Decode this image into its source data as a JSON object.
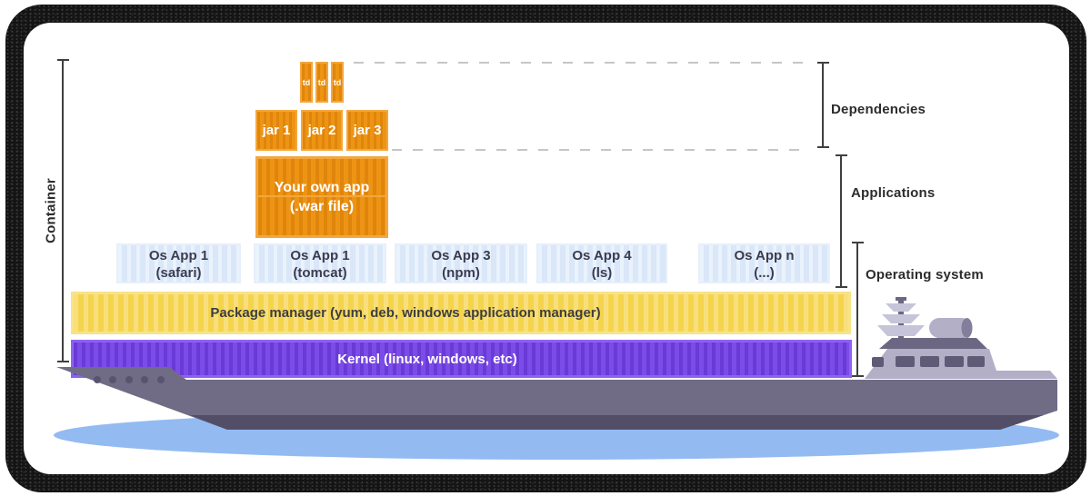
{
  "diagram": {
    "annotations": {
      "container": "Container",
      "dependencies": "Dependencies",
      "applications": "Applications",
      "operating_system": "Operating system"
    },
    "dependency_boxes": [
      "td",
      "td",
      "td"
    ],
    "jar_boxes": [
      "jar 1",
      "jar 2",
      "jar 3"
    ],
    "own_app": {
      "line1": "Your own app",
      "line2": "(.war file)"
    },
    "os_apps": [
      {
        "name": "Os App 1",
        "detail": "(safari)"
      },
      {
        "name": "Os App 1",
        "detail": "(tomcat)"
      },
      {
        "name": "Os App 3",
        "detail": "(npm)"
      },
      {
        "name": "Os App 4",
        "detail": "(ls)"
      },
      {
        "name": "Os App n",
        "detail": "(...)"
      }
    ],
    "package_manager": "Package manager (yum, deb, windows application manager)",
    "kernel": "Kernel (linux, windows, etc)",
    "colors": {
      "dependency_orange": "#ee9414",
      "os_app_blue": "#d9e7f8",
      "package_manager_yellow": "#f5d44d",
      "kernel_purple": "#7c4ce9",
      "hull_gray": "#706c86",
      "superstructure_gray": "#b2afc7",
      "water_blue": "#93bbf2",
      "frame_black": "#141414"
    }
  }
}
